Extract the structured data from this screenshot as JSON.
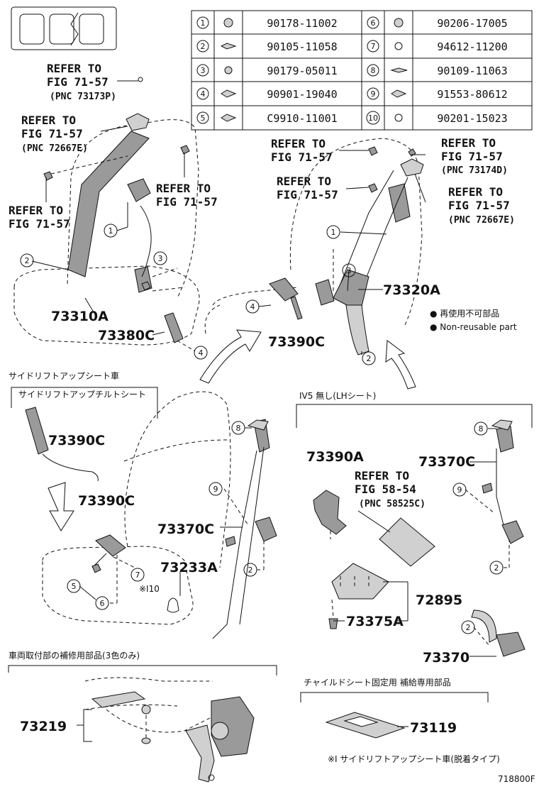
{
  "table": {
    "rows": [
      {
        "left_num": "1",
        "left_part": "90178-11002",
        "right_num": "6",
        "right_part": "90206-17005"
      },
      {
        "left_num": "2",
        "left_part": "90105-11058",
        "right_num": "7",
        "right_part": "94612-11200"
      },
      {
        "left_num": "3",
        "left_part": "90179-05011",
        "right_num": "8",
        "right_part": "90109-11063"
      },
      {
        "left_num": "4",
        "left_part": "90901-19040",
        "right_num": "9",
        "right_part": "91553-80612"
      },
      {
        "left_num": "5",
        "left_part": "C9910-11001",
        "right_num": "10",
        "right_part": "90201-15023"
      }
    ]
  },
  "refs": {
    "r1": {
      "l1": "REFER TO",
      "l2": "FIG 71-57",
      "l3": "(PNC 73173P)"
    },
    "r2": {
      "l1": "REFER TO",
      "l2": "FIG 71-57",
      "l3": "(PNC 72667E)"
    },
    "r3": {
      "l1": "REFER TO",
      "l2": "FIG 71-57"
    },
    "r4": {
      "l1": "REFER TO",
      "l2": "FIG 71-57"
    },
    "r5": {
      "l1": "REFER TO",
      "l2": "FIG 71-57"
    },
    "r6": {
      "l1": "REFER TO",
      "l2": "FIG 71-57"
    },
    "r7": {
      "l1": "REFER TO",
      "l2": "FIG 71-57",
      "l3": "(PNC 73174D)"
    },
    "r8": {
      "l1": "REFER TO",
      "l2": "FIG 71-57",
      "l3": "(PNC 72667E)"
    },
    "r9": {
      "l1": "REFER TO",
      "l2": "FIG 58-54",
      "l3": "(PNC 58525C)"
    }
  },
  "pncs": {
    "p73310A": "73310A",
    "p73380C": "73380C",
    "p73390C_top": "73390C",
    "p73320A": "73320A",
    "p73390C_a": "73390C",
    "p73390C_b": "73390C",
    "p73370C_left": "73370C",
    "p73233A": "73233A",
    "p73390A": "73390A",
    "p73370C_right": "73370C",
    "p72895": "72895",
    "p73375A": "73375A",
    "p73370": "73370",
    "p73219": "73219",
    "p73119": "73119"
  },
  "callouts": {
    "c1": "1",
    "c2": "2",
    "c3": "3",
    "c4": "4",
    "c5": "5",
    "c6": "6",
    "c7": "7",
    "c8": "8",
    "c9": "9",
    "c10": "10"
  },
  "legend": {
    "jp": "● 再使用不可部品",
    "en": "● Non-reusable part"
  },
  "headings": {
    "side_lift_vehicle": "サイドリフトアップシート車",
    "side_lift_tilt": "サイドリフトアップチルトシート",
    "iv5": "IV5 無し(LHシート)",
    "repair_parts": "車両取付部の補修用部品(3色のみ)",
    "child_seat": "チャイルドシート固定用 補給専用部品",
    "note_ref": "※I10",
    "footnote": "※I サイドリフトアップシート車(脱着タイプ)"
  },
  "figure_id": "718800F"
}
